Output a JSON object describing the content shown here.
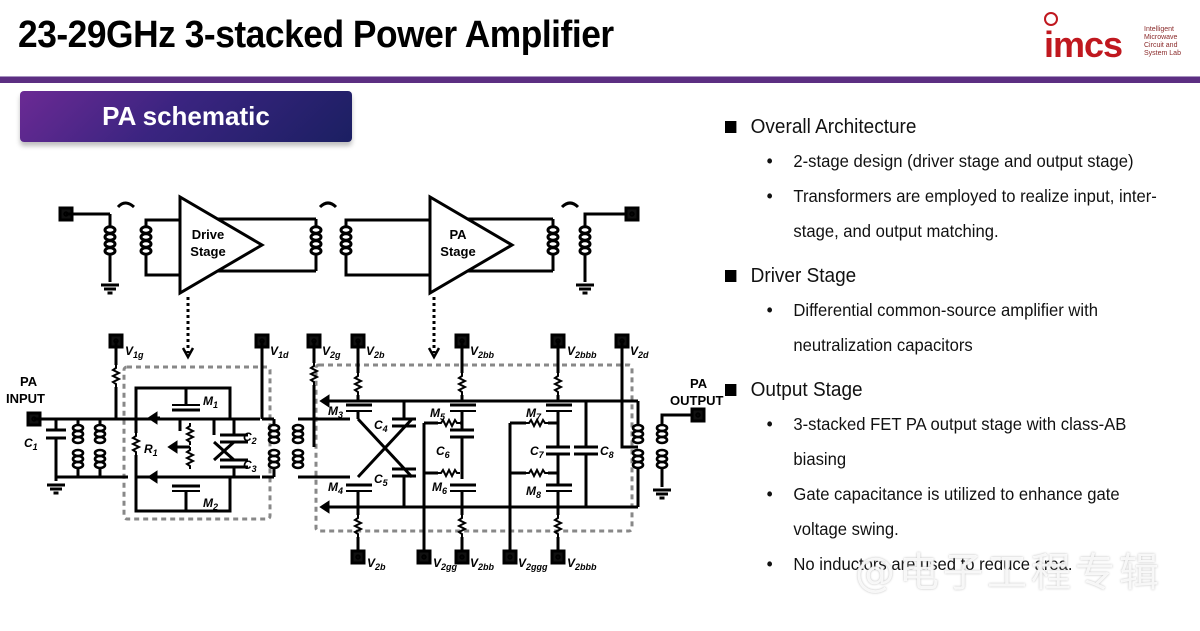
{
  "header": {
    "title": "23-29GHz 3-stacked Power Amplifier",
    "logo_text": "imcs",
    "logo_subtitle": [
      "Intelligent",
      "Microwave",
      "Circuit and",
      "System Lab"
    ],
    "accent_color": "#5c2e82",
    "logo_color": "#c0181f"
  },
  "section": {
    "label": "PA schematic"
  },
  "schematic": {
    "top_blocks": [
      "Drive Stage",
      "PA Stage"
    ],
    "drive_stage_lines": [
      "Drive",
      "Stage"
    ],
    "pa_stage_lines": [
      "PA",
      "Stage"
    ],
    "io": {
      "input_lines": [
        "PA",
        "INPUT"
      ],
      "output_lines": [
        "PA",
        "OUTPUT"
      ]
    },
    "components": {
      "C1": "C1",
      "R1": "R1",
      "M1": "M1",
      "M2": "M2",
      "C2": "C2",
      "C3": "C3",
      "M3": "M3",
      "M4": "M4",
      "C4": "C4",
      "C5": "C5",
      "M5": "M5",
      "M6": "M6",
      "C6": "C6",
      "M7": "M7",
      "M8": "M8",
      "C7": "C7",
      "C8": "C8"
    },
    "supply_labels_top": [
      "V1g",
      "V1d",
      "V2g",
      "V2b",
      "V2bb",
      "V2bbb",
      "V2d"
    ],
    "supply_labels_bottom": [
      "V2b",
      "V2gg",
      "V2bb",
      "V2ggg",
      "V2bbb"
    ]
  },
  "bullets": [
    {
      "heading": "Overall Architecture",
      "items": [
        "2-stage design (driver stage and output stage)",
        "Transformers are employed to realize input, inter-stage, and output matching."
      ]
    },
    {
      "heading": "Driver Stage",
      "items": [
        "Differential common-source amplifier with neutralization capacitors"
      ]
    },
    {
      "heading": "Output Stage",
      "items": [
        "3-stacked FET PA output stage with class-AB biasing",
        "Gate capacitance is utilized to enhance gate voltage swing.",
        "No inductors are used to reduce area."
      ]
    }
  ],
  "watermark": "@电子工程专辑"
}
